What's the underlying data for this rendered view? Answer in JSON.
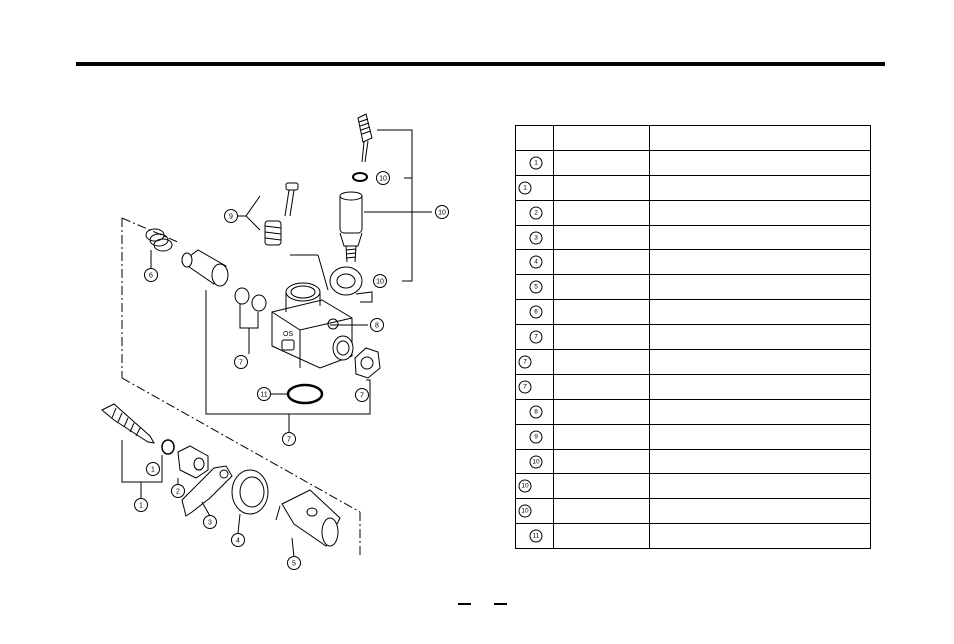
{
  "callouts": {
    "c1": "1",
    "c1b": "1",
    "c2": "2",
    "c3": "3",
    "c4": "4",
    "c5": "5",
    "c6": "6",
    "c7a": "7",
    "c7b": "7",
    "c7c": "7",
    "c8": "8",
    "c9": "9",
    "c10a": "10",
    "c10b": "10",
    "c10c": "10",
    "c11": "11"
  },
  "parts_table": {
    "rows": [
      {
        "num": "1",
        "align": "mid",
        "name": "",
        "desc": ""
      },
      {
        "num": "1",
        "align": "left",
        "name": "",
        "desc": ""
      },
      {
        "num": "2",
        "align": "mid",
        "name": "",
        "desc": ""
      },
      {
        "num": "3",
        "align": "mid",
        "name": "",
        "desc": ""
      },
      {
        "num": "4",
        "align": "mid",
        "name": "",
        "desc": ""
      },
      {
        "num": "5",
        "align": "mid",
        "name": "",
        "desc": ""
      },
      {
        "num": "6",
        "align": "mid",
        "name": "",
        "desc": ""
      },
      {
        "num": "7",
        "align": "mid",
        "name": "",
        "desc": ""
      },
      {
        "num": "7",
        "align": "left",
        "name": "",
        "desc": ""
      },
      {
        "num": "7",
        "align": "left",
        "name": "",
        "desc": ""
      },
      {
        "num": "8",
        "align": "mid",
        "name": "",
        "desc": ""
      },
      {
        "num": "9",
        "align": "mid",
        "name": "",
        "desc": ""
      },
      {
        "num": "10",
        "align": "mid",
        "name": "",
        "desc": ""
      },
      {
        "num": "10",
        "align": "left",
        "name": "",
        "desc": ""
      },
      {
        "num": "10",
        "align": "left",
        "name": "",
        "desc": ""
      },
      {
        "num": "11",
        "align": "mid",
        "name": "",
        "desc": ""
      }
    ]
  }
}
